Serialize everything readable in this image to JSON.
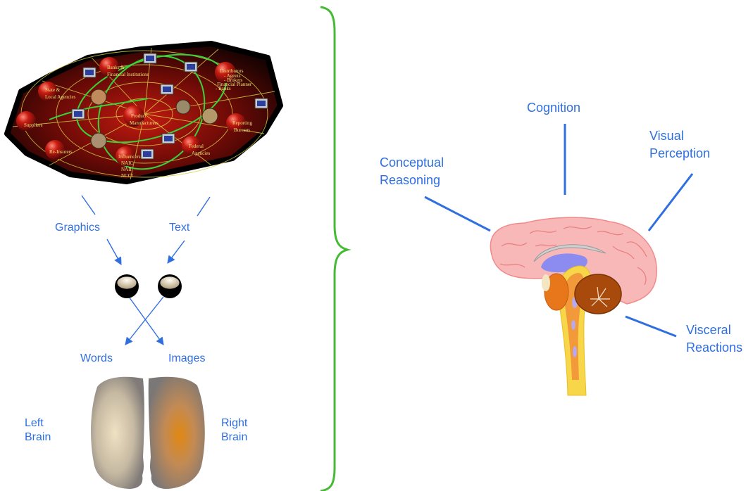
{
  "left": {
    "network": {
      "nodes": {
        "state": [
          "State &",
          "Local Agencies"
        ],
        "banks": [
          "Banks &",
          "Financial Institutions"
        ],
        "distributors": [
          "Distributors",
          "- Agents",
          "- Brokers",
          "- Financial Planner",
          "- Banks"
        ],
        "suppliers": [
          "Suppliers"
        ],
        "product": [
          "Product",
          "Manufacturers"
        ],
        "reporting": [
          "Reporting",
          "Bureaus"
        ],
        "reinsurers": [
          "Re-Insurers"
        ],
        "influencers": [
          "Influencers",
          "NAIC",
          "NAII",
          "NCCI"
        ],
        "federal": [
          "Federal",
          "Agencies"
        ]
      }
    },
    "graphics_label": "Graphics",
    "text_label": "Text",
    "words_label": "Words",
    "images_label": "Images",
    "left_brain": [
      "Left",
      "Brain"
    ],
    "right_brain": [
      "Right",
      "Brain"
    ]
  },
  "right": {
    "cognition": "Cognition",
    "conceptual_reasoning": [
      "Conceptual",
      "Reasoning"
    ],
    "visual_perception": [
      "Visual",
      "Perception"
    ],
    "visceral_reactions": [
      "Visceral",
      "Reactions"
    ]
  },
  "colors": {
    "label_blue": "#2f6fe0",
    "brace_green": "#44bb33",
    "brain_pink": "#f9b8b8",
    "cerebellum_brown": "#a84a0b",
    "stem_orange": "#f29a3a"
  }
}
